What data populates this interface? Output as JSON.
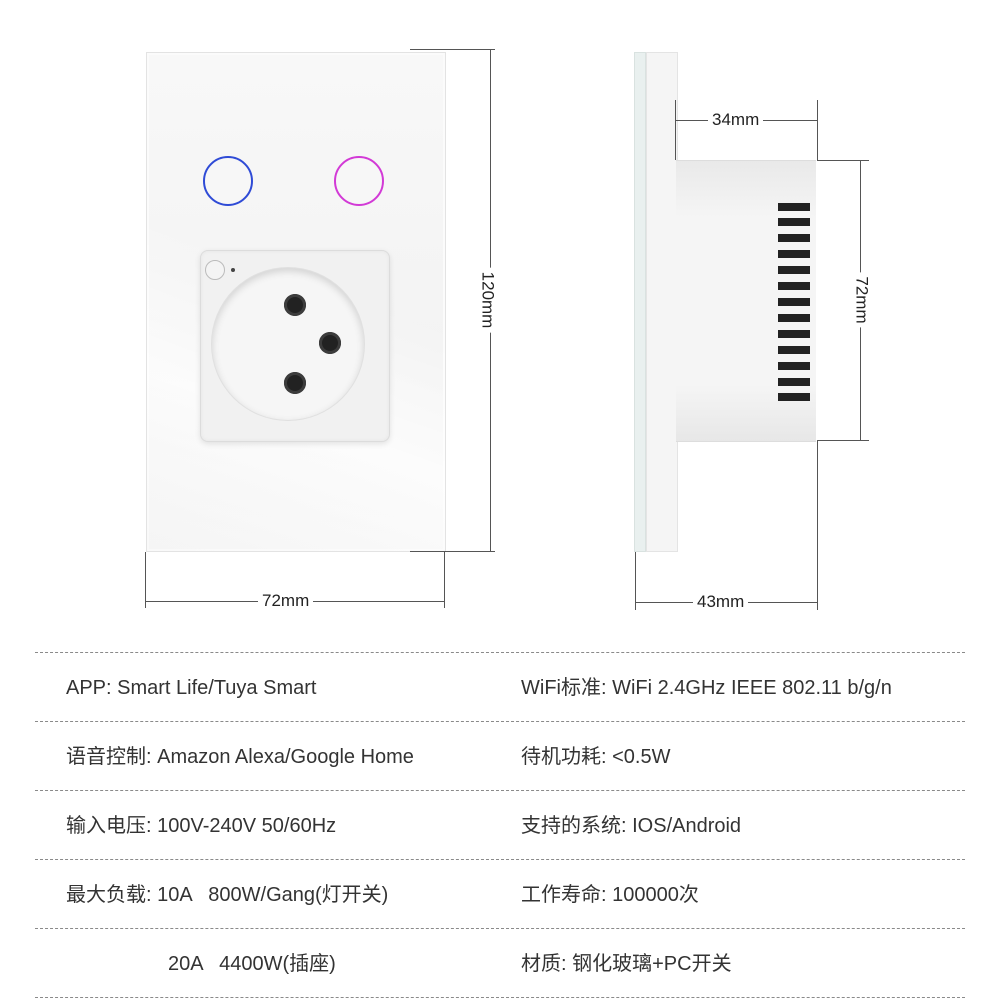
{
  "dimensions": {
    "front_width": "72mm",
    "front_height": "120mm",
    "side_depth": "34mm",
    "side_body_height": "72mm",
    "side_total_depth": "43mm"
  },
  "touch_buttons": [
    {
      "color": "#2f4bd6"
    },
    {
      "color": "#d23ad6"
    }
  ],
  "specs": {
    "left": [
      "APP: Smart Life/Tuya Smart",
      "语音控制: Amazon Alexa/Google Home",
      "输入电压: 100V-240V 50/60Hz",
      "最大负载: 10A   800W/Gang(灯开关)",
      "20A   4400W(插座)"
    ],
    "right": [
      "WiFi标准: WiFi 2.4GHz IEEE 802.11 b/g/n",
      "待机功耗: <0.5W",
      "支持的系统: IOS/Android",
      "工作寿命: 100000次",
      "材质: 钢化玻璃+PC开关"
    ]
  }
}
